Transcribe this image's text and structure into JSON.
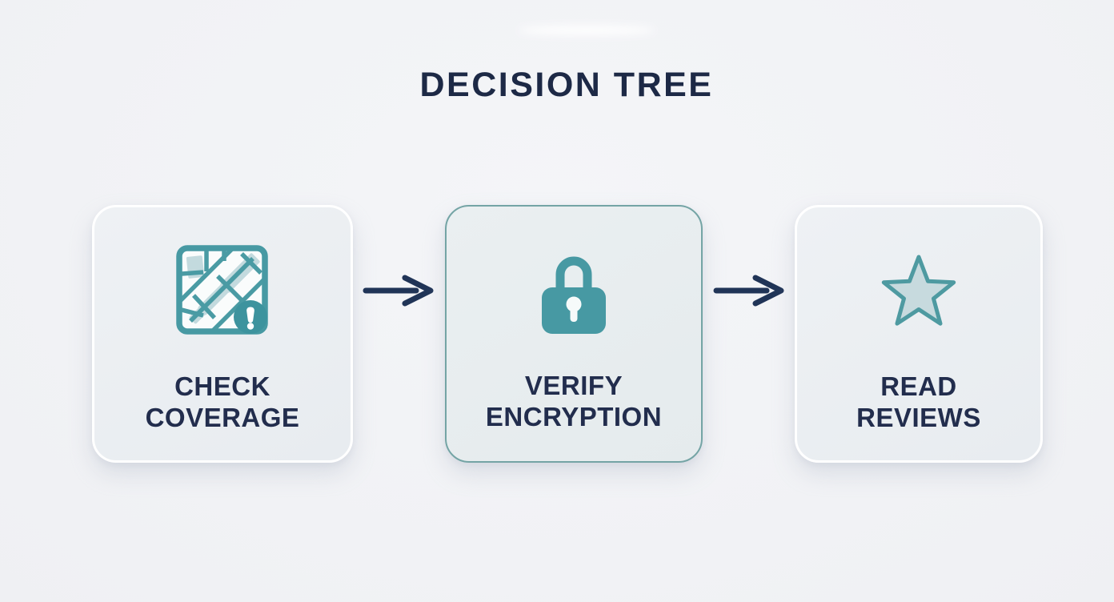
{
  "title": "DECISION TREE",
  "steps": [
    {
      "name": "check-coverage",
      "icon": "map-alert-icon",
      "label_line1": "CHECK",
      "label_line2": "COVERAGE"
    },
    {
      "name": "verify-encryption",
      "icon": "lock-icon",
      "label_line1": "VERIFY",
      "label_line2": "ENCRYPTION"
    },
    {
      "name": "read-reviews",
      "icon": "star-icon",
      "label_line1": "READ",
      "label_line2": "REVIEWS"
    }
  ],
  "colors": {
    "background": "#f2f3f6",
    "title_text": "#1d2946",
    "step_label_text": "#222d4d",
    "card_fill": "#ebeff2",
    "card_border": "#ffffff",
    "highlighted_card_border": "#74a4a5",
    "icon_teal": "#4799a3",
    "icon_fill_light": "#c7dade",
    "badge_teal": "#3d939e",
    "arrow_navy": "#203457"
  }
}
